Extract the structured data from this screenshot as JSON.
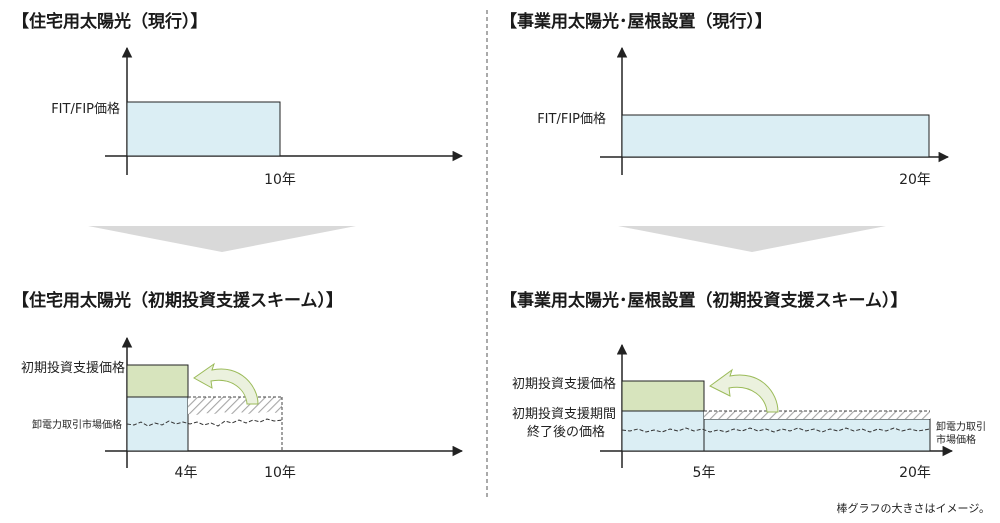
{
  "panels": {
    "top_left": {
      "title": "【住宅用太陽光（現行）】",
      "y_label": "FIT/FIP価格",
      "x_tick": "10年"
    },
    "top_right": {
      "title": "【事業用太陽光･屋根設置（現行）】",
      "y_label": "FIT/FIP価格",
      "x_tick": "20年"
    },
    "bottom_left": {
      "title": "【住宅用太陽光（初期投資支援スキーム）】",
      "initial_price_label": "初期投資支援価格",
      "market_label": "卸電力取引市場価格",
      "x_tick_1": "4年",
      "x_tick_2": "10年"
    },
    "bottom_right": {
      "title": "【事業用太陽光･屋根設置（初期投資支援スキーム）】",
      "initial_price_label": "初期投資支援価格",
      "after_label_line1": "初期投資支援期間",
      "after_label_line2": "終了後の価格",
      "market_label_line1": "卸電力取引",
      "market_label_line2": "市場価格",
      "x_tick_1": "5年",
      "x_tick_2": "20年"
    }
  },
  "note": "棒グラフの大きさはイメージ。",
  "colors": {
    "light_blue": "#dbeef4",
    "light_green": "#d7e4bd",
    "arrow_gray": "#d9d9d9",
    "curve_arrow_green": "#ebf1de",
    "curve_arrow_outline": "#9bbb59",
    "hatch": "#a6a6a6"
  }
}
